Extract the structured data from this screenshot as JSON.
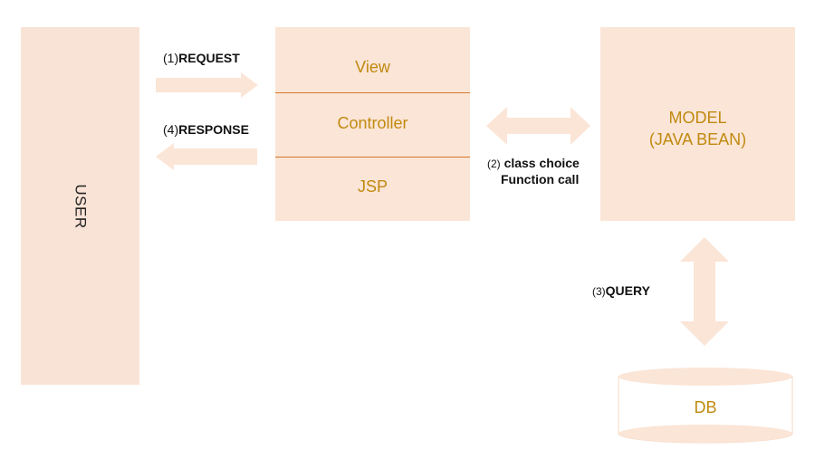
{
  "user": {
    "label": "USER"
  },
  "mvc": {
    "view": "View",
    "controller": "Controller",
    "jsp": "JSP"
  },
  "model": {
    "line1": "MODEL",
    "line2": "(JAVA BEAN)"
  },
  "db": {
    "label": "DB"
  },
  "request": {
    "step": "(1)",
    "label": "REQUEST"
  },
  "response": {
    "step": "(4)",
    "label": "RESPONSE"
  },
  "class_choice": {
    "step": "(2)",
    "line1": "class choice",
    "line2": "Function call"
  },
  "query": {
    "step": "(3)",
    "label": "QUERY"
  },
  "colors": {
    "box_fill": "#fbe5d7",
    "arrow_fill": "#fbe5d7",
    "divider": "#d4772c",
    "label_text": "#c08a0f"
  }
}
